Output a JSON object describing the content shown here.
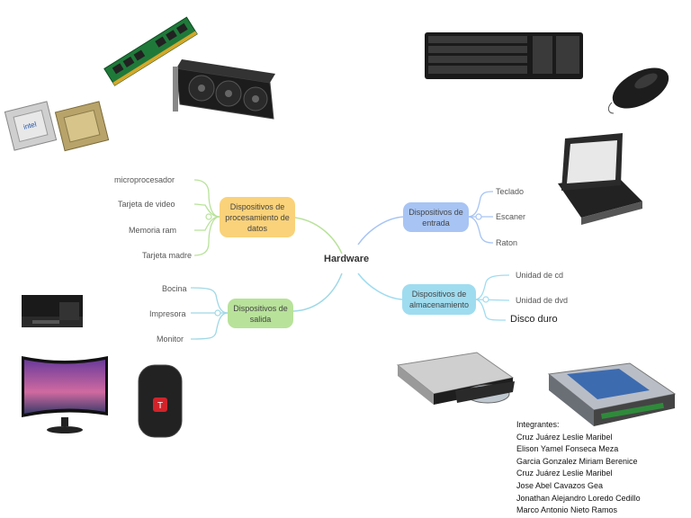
{
  "center": "Hardware",
  "branches": {
    "procesamiento": {
      "title": "Dispositivos de procesamiento de datos",
      "color": "#f9d27a",
      "items": [
        "microprocesador",
        "Tarjeta de video",
        "Memoria ram",
        "Tarjeta madre"
      ]
    },
    "salida": {
      "title": "Dispositivos de salida",
      "color": "#b8e29a",
      "items": [
        "Bocina",
        "Impresora",
        "Monitor"
      ]
    },
    "entrada": {
      "title": "Dispositivos de entrada",
      "color": "#a7c4f4",
      "items": [
        "Teclado",
        "Escaner",
        "Raton"
      ]
    },
    "almacenamiento": {
      "title": "Dispositivos de almacenamiento",
      "color": "#9fdcf0",
      "items": [
        "Unidad de cd",
        "Unidad de dvd",
        "Disco duro"
      ]
    }
  },
  "members_title": "Integrantes:",
  "members": [
    "Cruz Juárez Leslie Maribel",
    "Elison Yamel Fonseca Meza",
    "Garcia Gonzalez Miriam Berenice",
    "Cruz Juárez Leslie Maribel",
    "Jose Abel Cavazos Gea",
    "Jonathan Alejandro Loredo Cedillo",
    "Marco Antonio Nieto Ramos"
  ],
  "images": [
    "ram-image",
    "gpu-image",
    "cpu-image",
    "keyboard-image",
    "mouse-image",
    "scanner-image",
    "printer-image",
    "monitor-image",
    "speaker-image",
    "dvd-drive-image",
    "hard-drive-image"
  ]
}
